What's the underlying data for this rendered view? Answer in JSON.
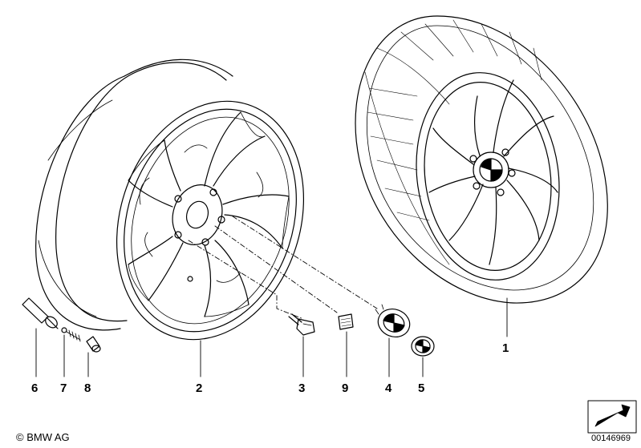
{
  "callouts": {
    "p1": "1",
    "p2": "2",
    "p3": "3",
    "p4": "4",
    "p5": "5",
    "p6": "6",
    "p7": "7",
    "p8": "8",
    "p9": "9"
  },
  "footer": {
    "copyright": "© BMW AG",
    "doc_number": "00146969"
  },
  "colors": {
    "line": "#000000",
    "background": "#ffffff"
  }
}
